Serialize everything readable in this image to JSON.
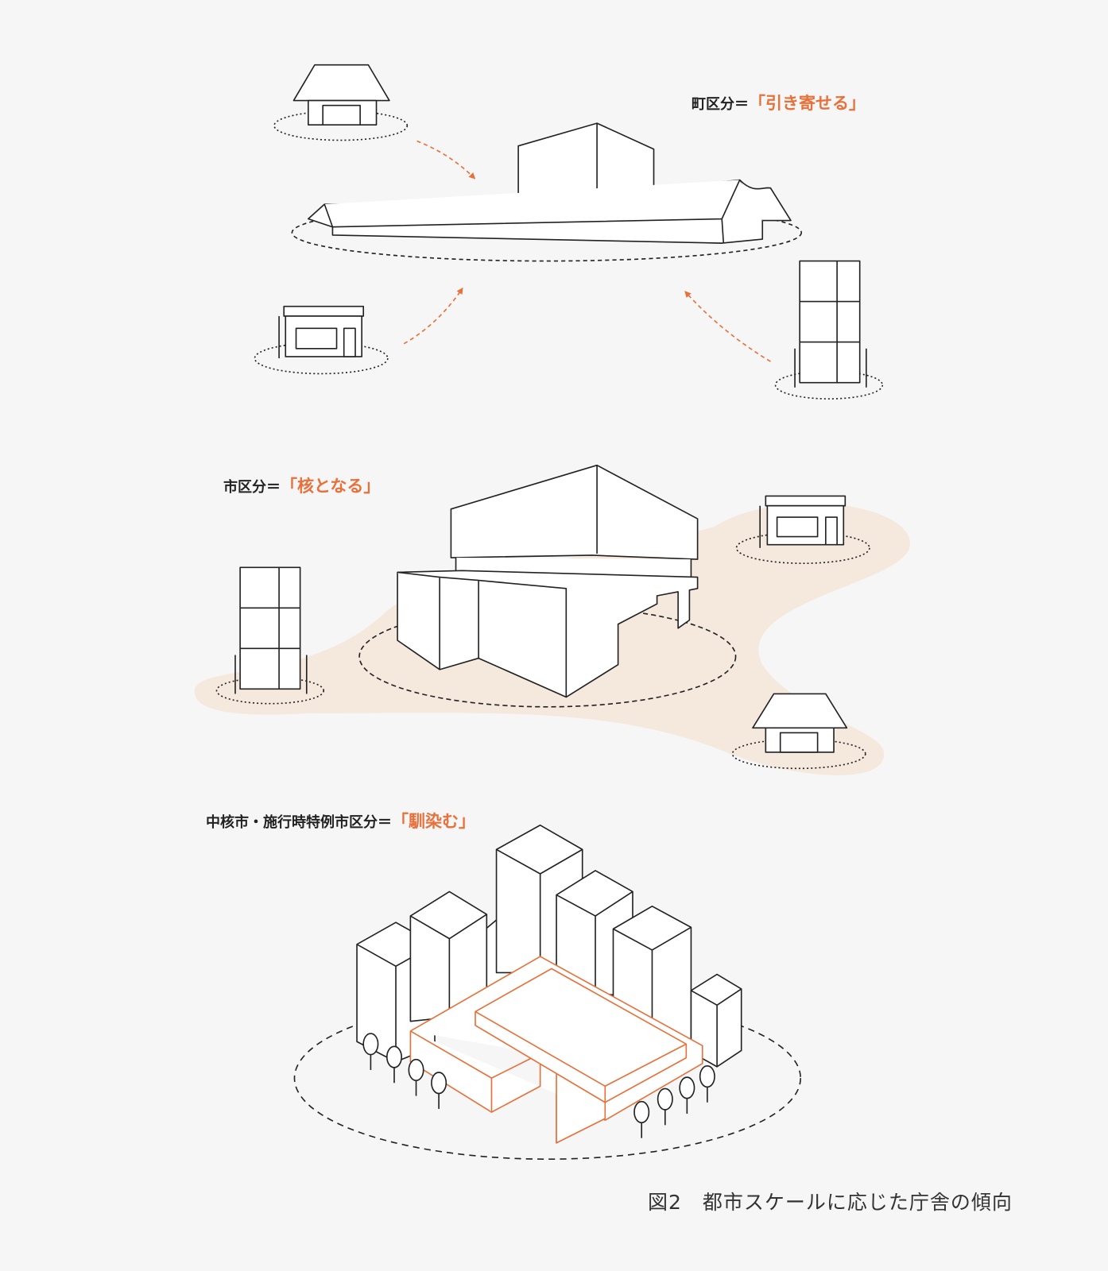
{
  "labels": {
    "town": {
      "prefix": "町区分＝",
      "term": "「引き寄せる」"
    },
    "city": {
      "prefix": "市区分＝",
      "term": "「核となる」"
    },
    "core_city": {
      "prefix": "中核市・施行時特例市区分＝",
      "term": "「馴染む」"
    }
  },
  "caption": "図2　都市スケールに応じた庁舎の傾向",
  "colors": {
    "accent": "#e8703a",
    "blob": "#f5e8dd",
    "line": "#222222",
    "background": "#f6f6f6"
  }
}
